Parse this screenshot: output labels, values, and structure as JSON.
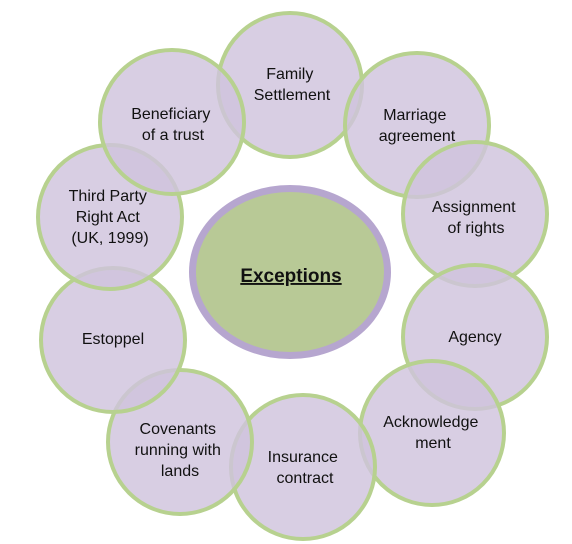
{
  "center": {
    "label": "Exceptions"
  },
  "items": [
    {
      "lines": [
        "Family",
        "Settlement"
      ]
    },
    {
      "lines": [
        "Marriage",
        "agreement"
      ]
    },
    {
      "lines": [
        "Assignment",
        "of rights"
      ]
    },
    {
      "lines": [
        "Agency"
      ]
    },
    {
      "lines": [
        "Acknowledge",
        "ment"
      ]
    },
    {
      "lines": [
        "Insurance",
        "contract"
      ]
    },
    {
      "lines": [
        "Covenants",
        "running with",
        "lands"
      ]
    },
    {
      "lines": [
        "Estoppel"
      ]
    },
    {
      "lines": [
        "Third Party",
        "Right Act",
        "(UK, 1999)"
      ]
    },
    {
      "lines": [
        "Beneficiary",
        "of a trust"
      ]
    }
  ],
  "colors": {
    "circle_fill": "#cfc3dd",
    "circle_stroke": "#b7d18f",
    "center_ring": "#b6a6cf",
    "center_core": "#b8c996"
  }
}
